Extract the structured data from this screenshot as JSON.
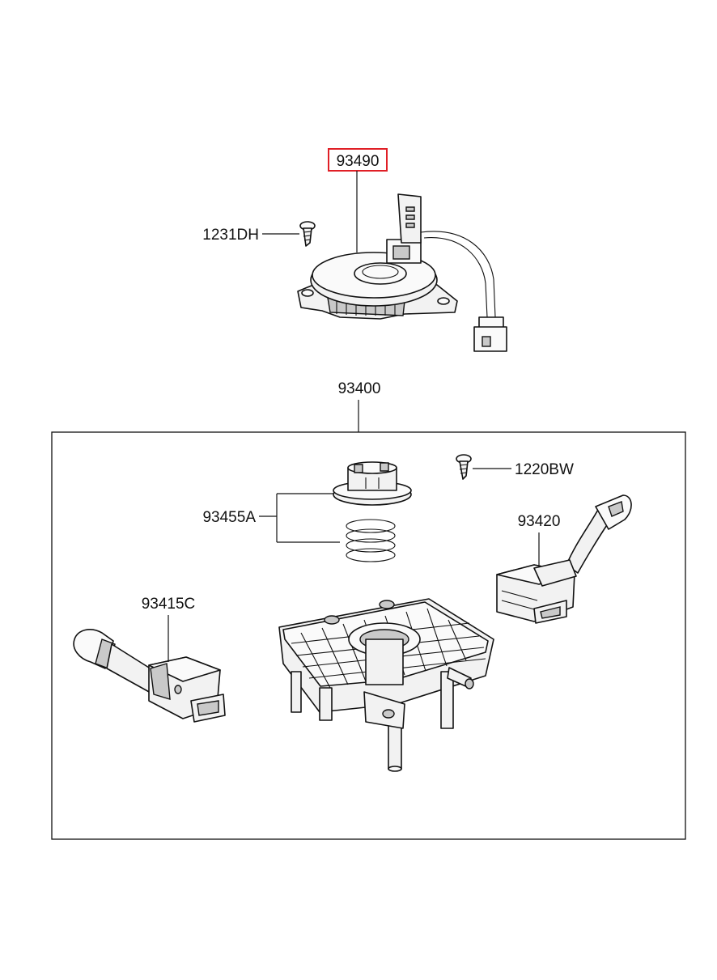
{
  "callouts": {
    "clock_spring": "93490",
    "screw_top": "1231DH",
    "switch_assembly": "93400",
    "screw_inner": "1220BW",
    "cam_spring_set": "93455A",
    "wiper_switch": "93420",
    "light_switch": "93415C"
  },
  "highlight": {
    "part": "93490",
    "color": "#e01f26"
  },
  "icons": [
    "clock-spring",
    "screw",
    "cancel-cam",
    "coil-spring",
    "switch-body",
    "wiper-switch",
    "light-switch"
  ]
}
